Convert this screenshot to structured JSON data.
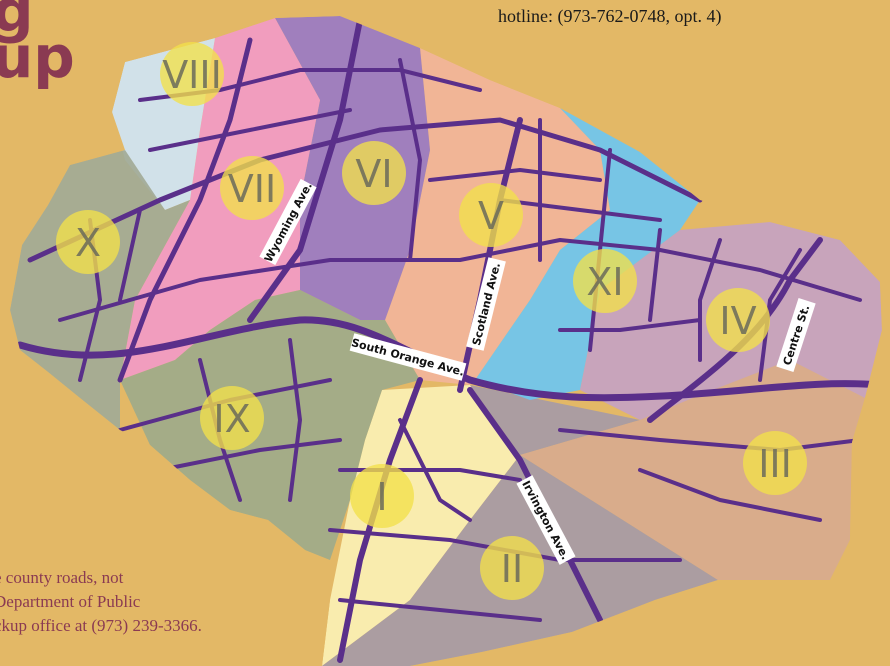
{
  "header": {
    "title_fragment_top": "g",
    "title_fragment_bottom": "up",
    "hotline_text": "hotline: (973-762-0748, opt. 4)"
  },
  "footnote": {
    "line1": "e county roads, not",
    "line2": "Department of Public",
    "line3": "ckup office at (973) 239-3366."
  },
  "zones": [
    {
      "label": "I",
      "color": "#fbf0b4"
    },
    {
      "label": "II",
      "color": "#a69aa6"
    },
    {
      "label": "III",
      "color": "#d8aa8e"
    },
    {
      "label": "IV",
      "color": "#c6a2c2"
    },
    {
      "label": "V",
      "color": "#f2b49a"
    },
    {
      "label": "VI",
      "color": "#9a7ac4"
    },
    {
      "label": "VII",
      "color": "#f29ac6"
    },
    {
      "label": "VIII",
      "color": "#cfe4f4"
    },
    {
      "label": "IX",
      "color": "#9eaa8a"
    },
    {
      "label": "X",
      "color": "#a2aa96"
    },
    {
      "label": "XI",
      "color": "#6ec6f0"
    }
  ],
  "streets": [
    "Wyoming Ave.",
    "Scotland Ave.",
    "South Orange Ave.",
    "Centre St.",
    "Irvington Ave."
  ],
  "colors": {
    "background": "#e3b866",
    "road": "#5a2f8a",
    "zone_badge": "#f2e04a",
    "title": "#8a3a52"
  }
}
